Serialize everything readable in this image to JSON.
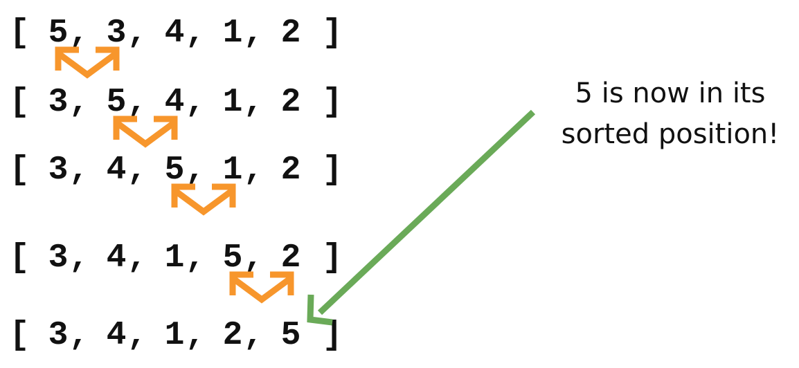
{
  "brackets": {
    "open": "[",
    "close": "]"
  },
  "separator": ",",
  "rows": [
    {
      "values": [
        "5",
        "3",
        "4",
        "1",
        "2"
      ],
      "swap": [
        0,
        1
      ],
      "sorted_index": null
    },
    {
      "values": [
        "3",
        "5",
        "4",
        "1",
        "2"
      ],
      "swap": [
        1,
        2
      ],
      "sorted_index": null
    },
    {
      "values": [
        "3",
        "4",
        "5",
        "1",
        "2"
      ],
      "swap": [
        2,
        3
      ],
      "sorted_index": null
    },
    {
      "values": [
        "3",
        "4",
        "1",
        "5",
        "2"
      ],
      "swap": [
        3,
        4
      ],
      "sorted_index": null
    },
    {
      "values": [
        "3",
        "4",
        "1",
        "2",
        "5"
      ],
      "swap": null,
      "sorted_index": 4
    }
  ],
  "annotation": {
    "lines": [
      "5 is now in its",
      "sorted position!"
    ]
  },
  "colors": {
    "text": "#111111",
    "swap_arrow": "#f7962c",
    "pointer_arrow": "#6aaa58",
    "sorted_value": "#1c7a1c"
  }
}
